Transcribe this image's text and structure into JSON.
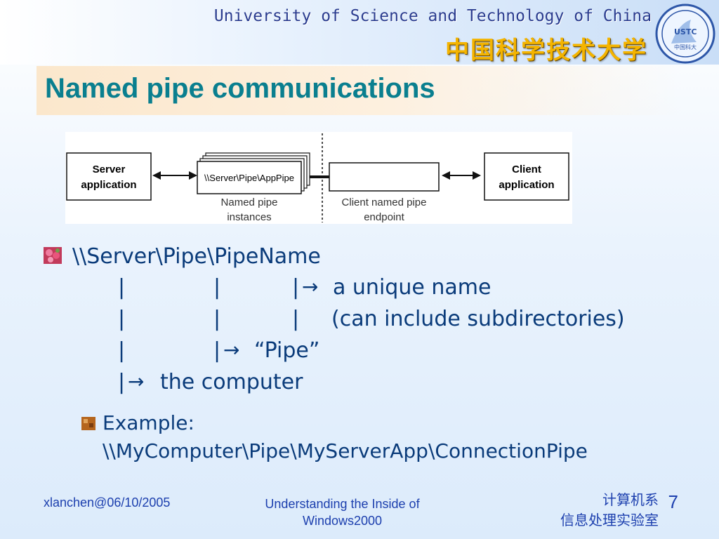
{
  "header": {
    "university_en": "University of Science and Technology of China",
    "university_cn": "中国科学技术大学",
    "seal_text": "USTC",
    "seal_cn": "中国科大"
  },
  "slide": {
    "title": "Named pipe communications",
    "diagram": {
      "server_app_line1": "Server",
      "server_app_line2": "application",
      "pipe_instance_path": "\\\\Server\\Pipe\\AppPipe",
      "pipe_instances_line1": "Named pipe",
      "pipe_instances_line2": "instances",
      "client_endpoint_line1": "Client named pipe",
      "client_endpoint_line2": "endpoint",
      "client_app_line1": "Client",
      "client_app_line2": "application"
    },
    "main_path": "\\\\Server\\Pipe\\PipeName",
    "tree": {
      "bar": "|",
      "arrow": "→",
      "unique_name": "a unique name",
      "subdirs": "(can include subdirectories)",
      "pipe": "“Pipe”",
      "computer": "the computer"
    },
    "example_label": "Example:",
    "example_path": "\\\\MyComputer\\Pipe\\MyServerApp\\ConnectionPipe"
  },
  "footer": {
    "author_date": "xlanchen@06/10/2005",
    "course_line1": "Understanding the Inside of",
    "course_line2": "Windows2000",
    "dept_line1": "计算机系",
    "dept_line2": "信息处理实验室",
    "page_number": "7"
  },
  "colors": {
    "title": "#0a7f8f",
    "body_text": "#0a3b7a",
    "footer_text": "#1c3fae",
    "university_cn": "#f4b400"
  }
}
